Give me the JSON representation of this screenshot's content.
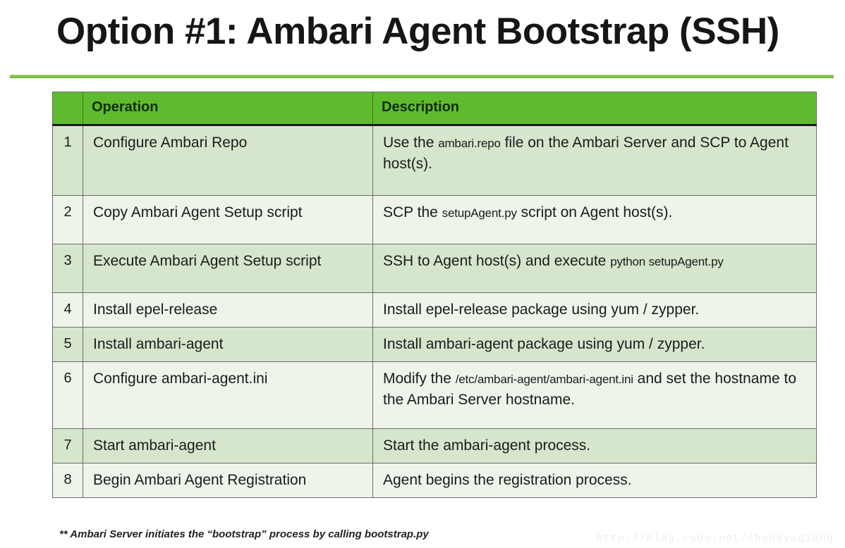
{
  "slide": {
    "title": "Option #1: Ambari Agent Bootstrap (SSH)",
    "accent_green": "#5fbb2d",
    "rule_green": "#84c34a",
    "row_shade_dark": "#d6e6cd",
    "row_shade_light": "#eef4ea",
    "footnote": "** Ambari Server initiates the “bootstrap” process by calling bootstrap.py",
    "watermark": "http://blog.csdn.net/chengyuqiang"
  },
  "table": {
    "headers": {
      "num": "",
      "operation": "Operation",
      "description": "Description"
    },
    "rows": [
      {
        "num": "1",
        "operation": "Configure Ambari Repo",
        "desc_pre": "Use the ",
        "desc_code": "ambari.repo",
        "desc_post": " file on the Ambari Server and SCP to Agent host(s)."
      },
      {
        "num": "2",
        "operation": "Copy Ambari Agent Setup script",
        "desc_pre": "SCP the ",
        "desc_code": "setupAgent.py",
        "desc_post": " script on Agent host(s)."
      },
      {
        "num": "3",
        "operation": "Execute Ambari Agent Setup script",
        "desc_pre": "SSH to Agent host(s) and execute ",
        "desc_code": "python setupAgent.py",
        "desc_post": ""
      },
      {
        "num": "4",
        "operation": "Install epel-release",
        "desc_pre": "Install epel-release package using yum / zypper.",
        "desc_code": "",
        "desc_post": ""
      },
      {
        "num": "5",
        "operation": "Install ambari-agent",
        "desc_pre": "Install ambari-agent package using yum / zypper.",
        "desc_code": "",
        "desc_post": ""
      },
      {
        "num": "6",
        "operation": "Configure ambari-agent.ini",
        "desc_pre": "Modify the ",
        "desc_code": "/etc/ambari-agent/ambari-agent.ini",
        "desc_post": " and set the hostname to the Ambari Server hostname."
      },
      {
        "num": "7",
        "operation": "Start ambari-agent",
        "desc_pre": "Start the ambari-agent process.",
        "desc_code": "",
        "desc_post": ""
      },
      {
        "num": "8",
        "operation": "Begin Ambari Agent Registration",
        "desc_pre": "Agent begins the registration process.",
        "desc_code": "",
        "desc_post": ""
      }
    ]
  }
}
